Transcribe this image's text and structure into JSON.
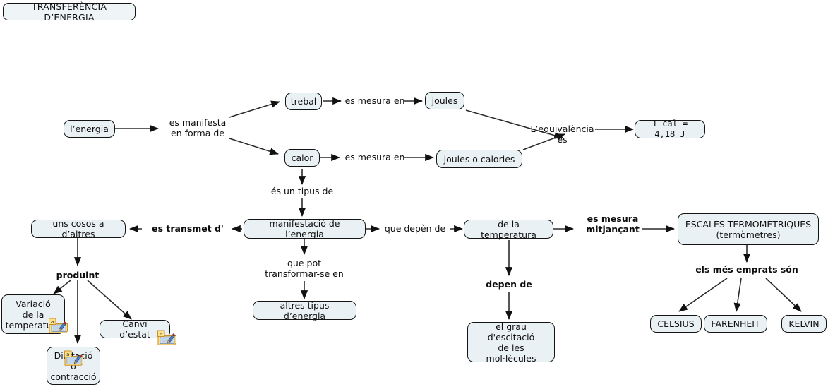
{
  "map": {
    "title": "TRANSFERÈNCIA D’ENERGIA",
    "language": "ca",
    "accent_box_fill": "#eaf1f4",
    "accent_box_border": "#141414",
    "note_icon_fill": "#ffd24a",
    "note_icon_name": "annotation-note-icon"
  },
  "nodes": [
    {
      "id": "title",
      "label": "TRANSFERÈNCIA D’ENERGIA"
    },
    {
      "id": "energia",
      "label": "l’energia"
    },
    {
      "id": "trebal",
      "label": "trebal"
    },
    {
      "id": "calor",
      "label": "calor"
    },
    {
      "id": "joules",
      "label": "joules"
    },
    {
      "id": "joules_cal",
      "label": "joules o calories"
    },
    {
      "id": "equivalencia",
      "label": "1 cal = 4,18 J"
    },
    {
      "id": "manifestacio",
      "label": "manifestació de l’energia"
    },
    {
      "id": "uns_cosos",
      "label": "uns cosos a d’altres"
    },
    {
      "id": "altres_tipus",
      "label": "altres tipus d’energia"
    },
    {
      "id": "temperatura",
      "label": "de la temperatura"
    },
    {
      "id": "escales",
      "label": "ESCALES TERMOMÈTRIQUES\n(termòmetres)"
    },
    {
      "id": "grau",
      "label": "el grau d'escitació\nde les\nmol·lècules"
    },
    {
      "id": "variacio",
      "label": "Variació\nde la\ntemperatura"
    },
    {
      "id": "dilatacio",
      "label": "Dilatació\no\ncontracció"
    },
    {
      "id": "canvi",
      "label": "Canvi d’estat"
    },
    {
      "id": "celsius",
      "label": "CELSIUS"
    },
    {
      "id": "farenheit",
      "label": "FARENHEIT"
    },
    {
      "id": "kelvin",
      "label": "KELVIN"
    }
  ],
  "links": [
    {
      "id": "es_manifesta",
      "label": "es manifesta\nen forma de",
      "bold": false
    },
    {
      "id": "es_mesura_en_1",
      "label": "es mesura en",
      "bold": false
    },
    {
      "id": "es_mesura_en_2",
      "label": "es mesura en",
      "bold": false
    },
    {
      "id": "equival_es",
      "label": "L’equivalència es",
      "bold": false
    },
    {
      "id": "es_un_tipus",
      "label": "és un tipus de",
      "bold": false
    },
    {
      "id": "es_transmet",
      "label": "es transmet d'",
      "bold": true
    },
    {
      "id": "que_depen",
      "label": "que depèn de",
      "bold": false
    },
    {
      "id": "que_pot",
      "label": "que pot\ntransformar-se en",
      "bold": false
    },
    {
      "id": "produint",
      "label": "produint",
      "bold": true
    },
    {
      "id": "es_mesura_mitj",
      "label": "es mesura\nmitjançant",
      "bold": true
    },
    {
      "id": "depen_de",
      "label": "depen de",
      "bold": true
    },
    {
      "id": "els_mes",
      "label": "els més emprats són",
      "bold": true
    }
  ],
  "annotations": [
    {
      "id": "note-variacio",
      "for": "variacio"
    },
    {
      "id": "note-dilatacio",
      "for": "dilatacio"
    },
    {
      "id": "note-canvi",
      "for": "canvi"
    }
  ]
}
